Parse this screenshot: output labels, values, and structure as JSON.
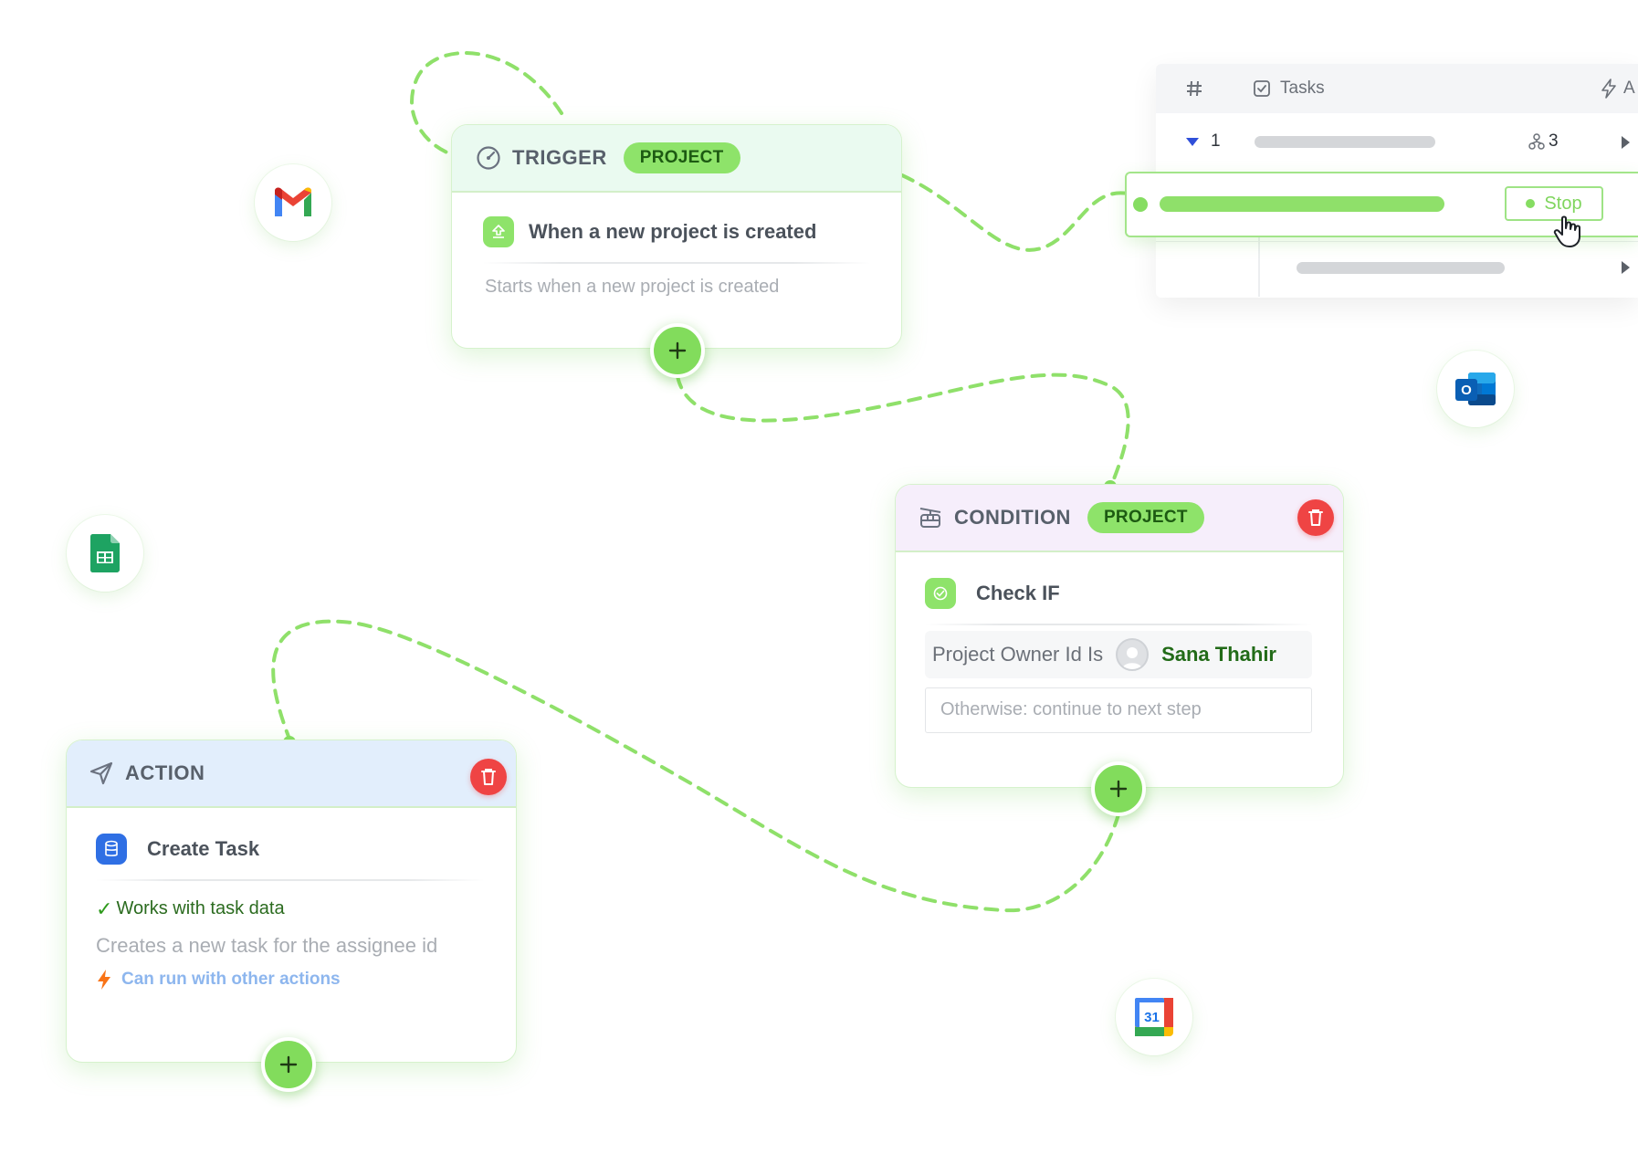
{
  "trigger": {
    "label": "TRIGGER",
    "pill": "PROJECT",
    "title": "When a new project is created",
    "description": "Starts when a new project is created"
  },
  "condition": {
    "label": "CONDITION",
    "pill": "PROJECT",
    "title": "Check IF",
    "field": "Project Owner Id Is",
    "value": "Sana Thahir",
    "otherwise": "Otherwise: continue to next step"
  },
  "action": {
    "label": "ACTION",
    "title": "Create Task",
    "works_with": "Works with task data",
    "description": "Creates a new task for the assignee id",
    "note": "Can run with other actions"
  },
  "tasks_table": {
    "col_tasks": "Tasks",
    "col_truncated": "A",
    "row_number": "1",
    "subtask_count": "3",
    "stop_label": "Stop"
  },
  "apps": [
    "gmail-icon",
    "outlook-icon",
    "google-sheets-icon",
    "google-calendar-icon"
  ],
  "calendar_day": "31",
  "outlook_letter": "O",
  "colors": {
    "accent_green": "#82dc5c",
    "pill_green": "#8ee36a",
    "delete_red": "#ef4444",
    "trigger_head": "#eafaf0",
    "condition_head": "#f6eefb",
    "action_head": "#e2eefc",
    "link_blue": "#8db6ee"
  }
}
